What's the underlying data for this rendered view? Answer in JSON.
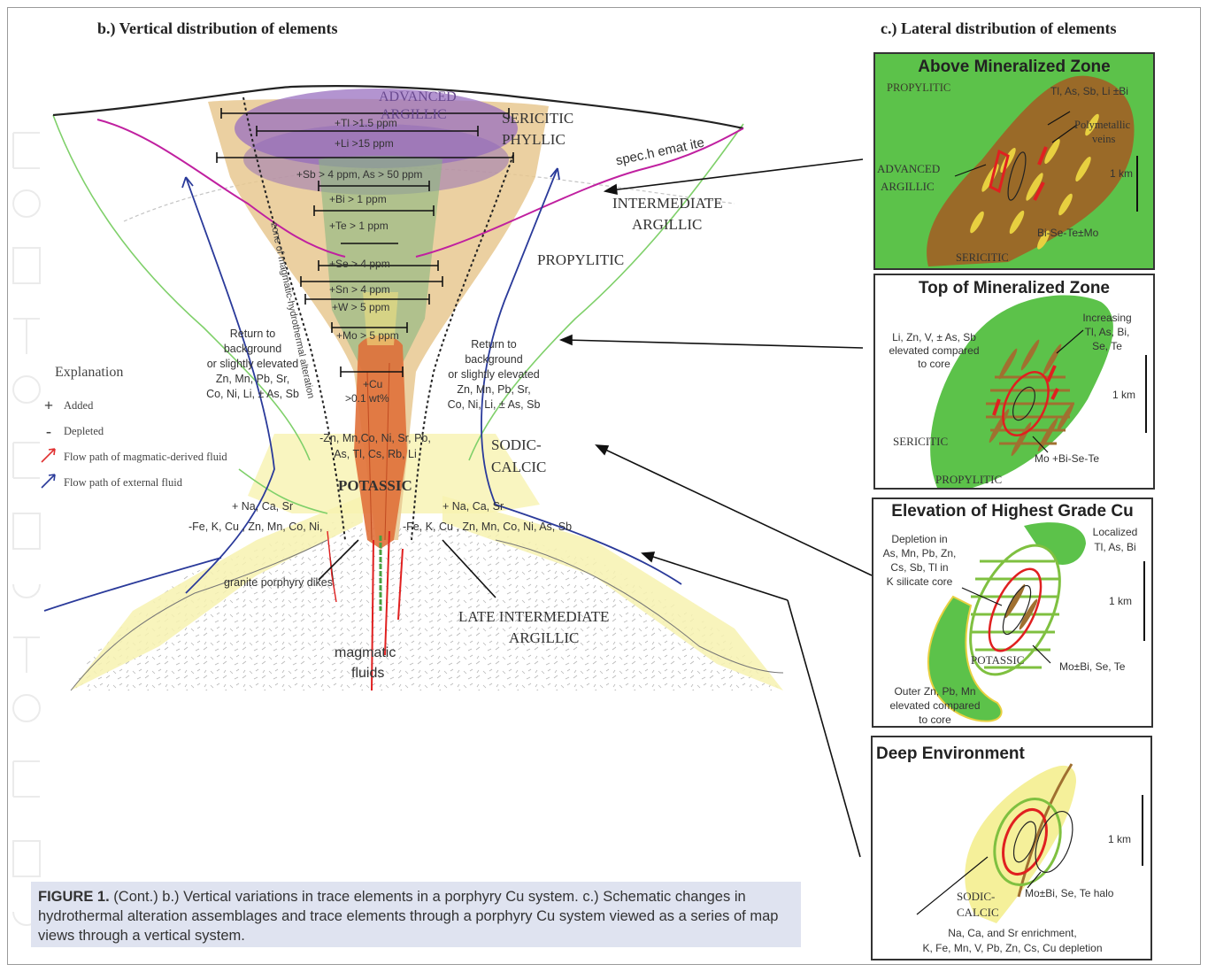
{
  "left_header": "b.) Vertical distribution of elements",
  "right_header": "c.) Lateral distribution of elements",
  "figure": {
    "label": "FIGURE 1.",
    "caption": "(Cont.) b.) Vertical variations in trace elements in a porphyry Cu system. c.) Schematic changes in hydrothermal alteration assemblages and trace elements through a porphyry Cu system viewed as a series of map views through a vertical system."
  },
  "explanation": {
    "title": "Explanation",
    "added_symbol": "+",
    "added": "Added",
    "depleted_symbol": "-",
    "depleted": "Depleted",
    "magmatic_path": "Flow path of magmatic-derived fluid",
    "external_path": "Flow path of external fluid",
    "magmatic_color": "#e03030",
    "external_color": "#2a3a9a"
  },
  "zones": {
    "advanced": "ADVANCED",
    "argillic": "ARGILLIC",
    "sericitic": "SERICITIC",
    "phyllic": "PHYLLIC",
    "spec_hematite": "spec.h emat ite",
    "intermediate": "INTERMEDIATE",
    "intermediate_argillic": "ARGILLIC",
    "propylitic": "PROPYLITIC",
    "sodic": "SODIC-",
    "calcic": "CALCIC",
    "potassic": "POTASSIC",
    "late1": "LATE INTERMEDIATE",
    "late2": "ARGILLIC",
    "zone_text": "zone of magmatic-hydrothermal alteration"
  },
  "elements": {
    "tl": "+Tl >1.5 ppm",
    "li": "+Li >15 ppm",
    "sb": "+Sb > 4 ppm, As > 50 ppm",
    "bi": "+Bi > 1 ppm",
    "te": "+Te > 1 ppm",
    "se": "+Se > 4 ppm",
    "sn": "+Sn > 4 ppm",
    "w": "+W > 5 ppm",
    "mo": "+Mo > 5 ppm",
    "cu1": "+Cu",
    "cu2": ">0.1 wt%"
  },
  "notes": {
    "return_left": [
      "Return to",
      "background",
      "or slightly elevated",
      "Zn, Mn, Pb, Sr,",
      "Co, Ni, Li, ± As, Sb"
    ],
    "return_right": [
      "Return to",
      "background",
      "or slightly elevated",
      "Zn, Mn, Pb, Sr,",
      "Co, Ni, Li, ± As, Sb"
    ],
    "center_depleted": [
      "-Zn, Mn,Co, Ni, Sr, Pb,",
      "As, Tl, Cs, Rb, Li"
    ],
    "left_added": "+ Na, Ca, Sr",
    "left_depleted": "-Fe, K, Cu , Zn, Mn, Co, Ni,",
    "right_added": "+ Na, Ca, Sr",
    "right_depleted": "-Fe, K, Cu , Zn, Mn, Co, Ni, As, Sb",
    "granite": "granite porphyry dikes",
    "magmatic1": "magmatic",
    "magmatic2": "fluids"
  },
  "panels": {
    "p1": {
      "title": "Above Mineralized Zone",
      "propylitic": "PROPYLITIC",
      "elements": "Tl, As, Sb, Li ±Bi",
      "poly1": "Polymetallic",
      "poly2": "veins",
      "adv1": "ADVANCED",
      "adv2": "ARGILLIC",
      "km": "1 km",
      "bise": "Bi-Se-Te±Mo",
      "sericitic": "SERICITIC"
    },
    "p2": {
      "title": "Top of Mineralized Zone",
      "incr": [
        "Increasing",
        "Tl, As, Bi,",
        "Se, Te"
      ],
      "li": [
        "Li, Zn, V, ± As, Sb",
        "elevated compared",
        "to core"
      ],
      "km": "1 km",
      "sericitic": "SERICITIC",
      "mo": "Mo +Bi-Se-Te",
      "propylitic": "PROPYLITIC"
    },
    "p3": {
      "title": "Elevation of Highest Grade Cu",
      "depl": [
        "Depletion in",
        "As, Mn, Pb, Zn,",
        "Cs, Sb, Tl in",
        "K silicate core"
      ],
      "local": [
        "Localized",
        "Tl, As, Bi"
      ],
      "km": "1 km",
      "potassic": "POTASSIC",
      "mo": "Mo±Bi, Se, Te",
      "outer": [
        "Outer Zn, Pb, Mn",
        "elevated compared",
        "to core"
      ]
    },
    "p4": {
      "title": "Deep Environment",
      "km": "1 km",
      "sodic1": "SODIC-",
      "sodic2": "CALCIC",
      "mo": "Mo±Bi, Se, Te halo",
      "na": [
        "Na, Ca, and Sr enrichment,",
        "K, Fe, Mn, V, Pb, Zn, Cs, Cu depletion"
      ]
    }
  },
  "colors": {
    "propylitic_green": "#5cc24a",
    "sericitic_brown": "#9a6a28",
    "argillic_purple": "#8a5aa8",
    "potassic_orange": "#e0703a",
    "sodic_yellow": "#f5f0a8",
    "vein_red": "#e02020",
    "vein_yellow": "#e8d040"
  }
}
